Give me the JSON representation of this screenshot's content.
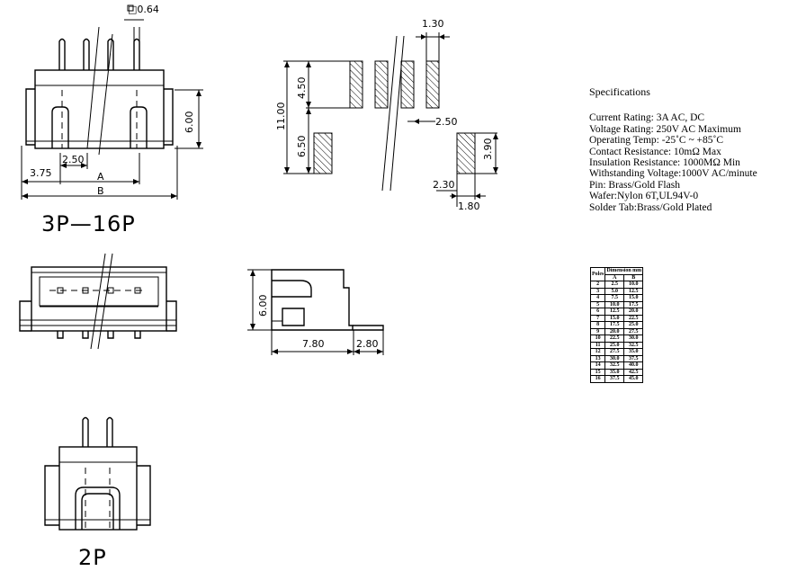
{
  "top_view": {
    "pin_dim": "□0.64",
    "height": "6.00",
    "pitch": "2.50",
    "offset": "3.75",
    "dim_a": "A",
    "dim_b": "B",
    "series_label": "3P—16P"
  },
  "pcb_layout": {
    "pad_width": "1.30",
    "total": "11.00",
    "upper": "4.50",
    "lower": "6.50",
    "pitch": "2.50",
    "tab_height": "3.90",
    "tab_offset": "2.30",
    "tab_width": "1.80"
  },
  "side_view": {
    "height": "6.00",
    "depth": "7.80",
    "tail": "2.80"
  },
  "bottom_label": "2P",
  "specs": {
    "title": "Specifications",
    "lines": [
      "Current Rating: 3A AC, DC",
      "Voltage Rating: 250V AC Maximum",
      "Operating Temp: -25˚C ~ +85˚C",
      "Contact Resistance: 10mΩ Max",
      "Insulation Resistance: 1000MΩ  Min",
      "Withstanding Voltage:1000V AC/minute",
      "Pin: Brass/Gold Flash",
      "Wafer:Nylon 6T,UL94V-0",
      "Solder Tab:Brass/Gold Plated"
    ]
  },
  "dimension_table": {
    "poles_header": "Poles",
    "dimension_header": "Dimension mm",
    "col_a": "A",
    "col_b": "B",
    "rows": [
      [
        "2",
        "2.5",
        "10.0"
      ],
      [
        "3",
        "5.0",
        "12.5"
      ],
      [
        "4",
        "7.5",
        "15.0"
      ],
      [
        "5",
        "10.0",
        "17.5"
      ],
      [
        "6",
        "12.5",
        "20.0"
      ],
      [
        "7",
        "15.0",
        "22.5"
      ],
      [
        "8",
        "17.5",
        "25.0"
      ],
      [
        "9",
        "20.0",
        "27.5"
      ],
      [
        "10",
        "22.5",
        "30.0"
      ],
      [
        "11",
        "25.0",
        "32.5"
      ],
      [
        "12",
        "27.5",
        "35.0"
      ],
      [
        "13",
        "30.0",
        "37.5"
      ],
      [
        "14",
        "32.5",
        "40.0"
      ],
      [
        "15",
        "35.0",
        "42.5"
      ],
      [
        "16",
        "37.5",
        "45.0"
      ]
    ]
  }
}
